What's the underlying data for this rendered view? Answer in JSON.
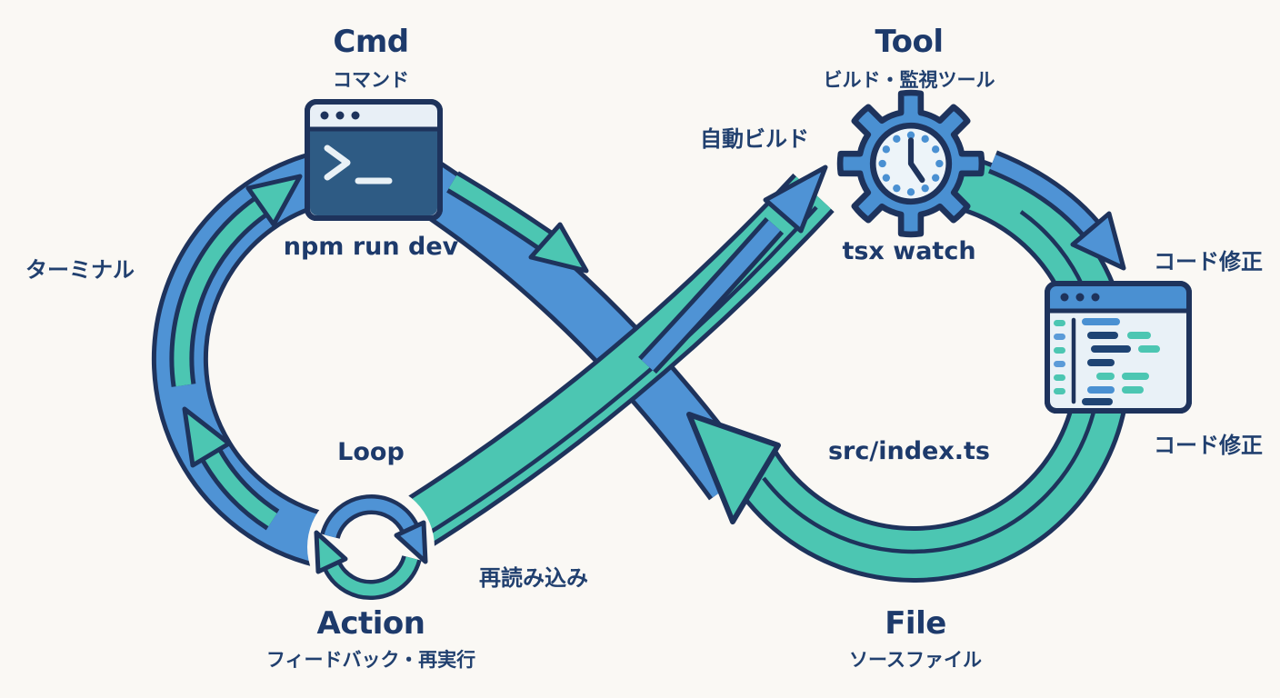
{
  "diagram": {
    "type": "infinity-dev-loop",
    "background_color": "#faf8f4",
    "colors": {
      "navy_outline": "#1e335c",
      "blue_band": "#4f93d5",
      "teal_band": "#4cc6b2",
      "text_navy": "#21406f",
      "terminal_body": "#2e5b84",
      "window_titlebar_light": "#e8eff6",
      "window_titlebar_blue": "#4a90d2",
      "clock_face": "#edf4f9",
      "editor_body": "#e9f1f7"
    },
    "nodes": {
      "cmd": {
        "title": "Cmd",
        "subtitle": "コマンド",
        "label": "npm run dev",
        "icon": "terminal-window-icon"
      },
      "tool": {
        "title": "Tool",
        "subtitle": "ビルド・監視ツール",
        "label": "tsx watch",
        "icon": "gear-clock-icon"
      },
      "file": {
        "title": "File",
        "subtitle": "ソースファイル",
        "label": "src/index.ts",
        "icon": "code-editor-icon"
      },
      "action": {
        "title": "Action",
        "subtitle": "フィードバック・再実行",
        "label": "Loop",
        "icon": "refresh-loop-icon"
      }
    },
    "edge_labels": {
      "terminal": "ターミナル",
      "auto_build": "自動ビルド",
      "code_fix_top": "コード修正",
      "code_fix_bottom": "コード修正",
      "reload": "再読み込み"
    },
    "icons": [
      "terminal-window-icon",
      "gear-clock-icon",
      "code-editor-icon",
      "refresh-loop-icon"
    ]
  }
}
